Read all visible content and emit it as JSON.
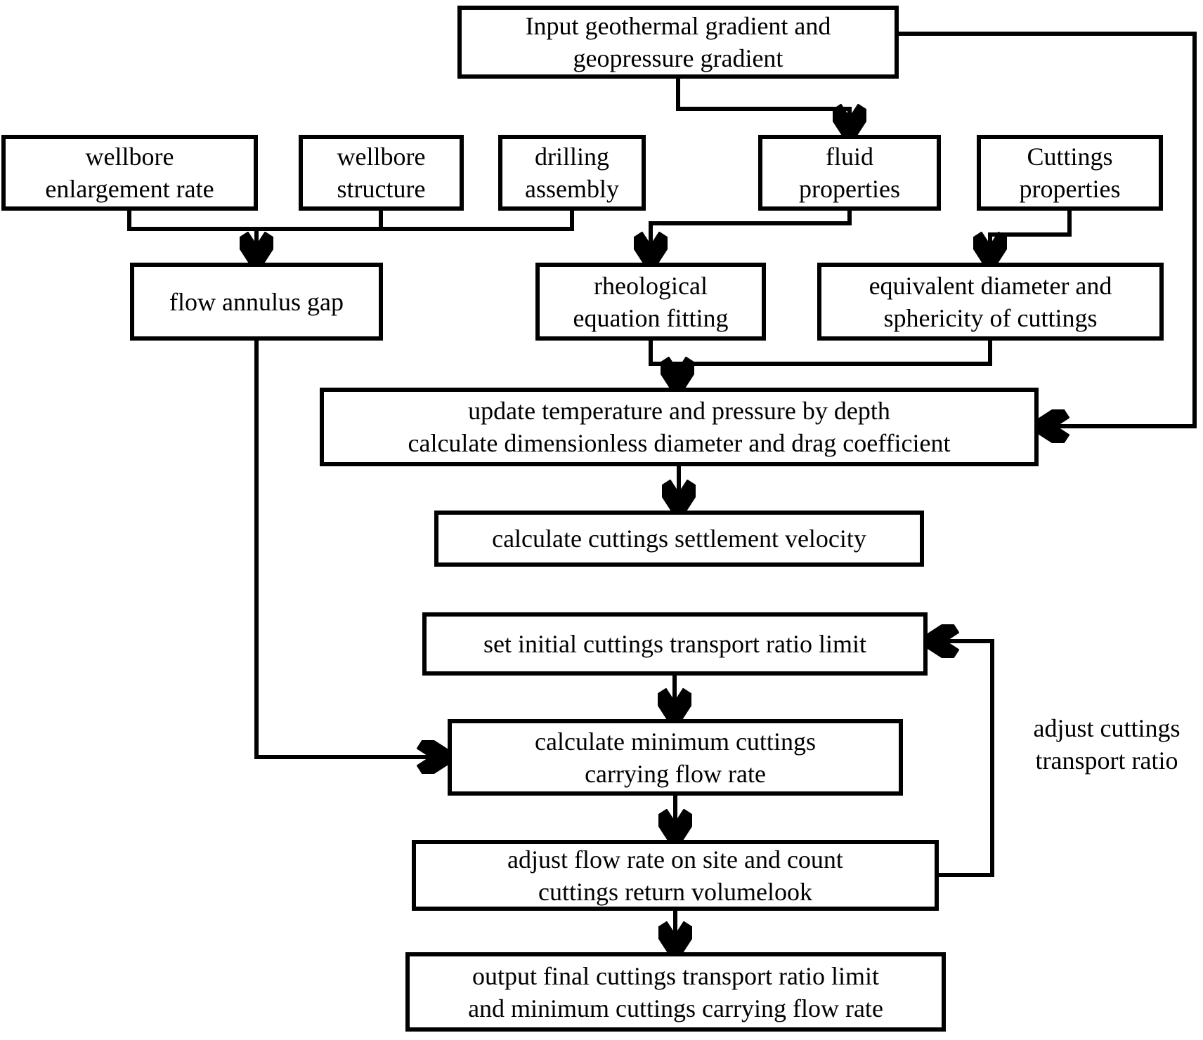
{
  "diagram": {
    "type": "flowchart",
    "background_color": "#ffffff",
    "line_color": "#000000",
    "text_color": "#000000",
    "nodes": {
      "input_gradients": {
        "line1": "Input geothermal gradient and",
        "line2": "geopressure gradient"
      },
      "wellbore_enlargement_rate": {
        "line1": "wellbore",
        "line2": "enlargement rate"
      },
      "wellbore_structure": {
        "line1": "wellbore",
        "line2": "structure"
      },
      "drilling_assembly": {
        "line1": "drilling",
        "line2": "assembly"
      },
      "fluid_properties": {
        "line1": "fluid",
        "line2": "properties"
      },
      "cuttings_properties": {
        "line1": "Cuttings",
        "line2": "properties"
      },
      "flow_annulus_gap": {
        "line1": "flow annulus gap"
      },
      "rheological_equation_fitting": {
        "line1": "rheological",
        "line2": "equation fitting"
      },
      "equivalent_diameter_sphericity": {
        "line1": "equivalent diameter and",
        "line2": "sphericity of cuttings"
      },
      "update_temp_pressure": {
        "line1": "update temperature and pressure by depth",
        "line2": "calculate dimensionless diameter and drag coefficient"
      },
      "calc_settlement_velocity": {
        "line1": "calculate cuttings settlement velocity"
      },
      "set_initial_ratio": {
        "line1": "set initial cuttings transport ratio limit"
      },
      "calc_min_flow_rate": {
        "line1": "calculate minimum cuttings",
        "line2": "carrying flow rate"
      },
      "adjust_flow_rate": {
        "line1": "adjust flow rate on site and count",
        "line2": "cuttings return volumelook"
      },
      "output_final": {
        "line1": "output final cuttings transport ratio limit",
        "line2": "and minimum cuttings carrying flow rate"
      }
    },
    "edge_label": {
      "line1": "adjust cuttings",
      "line2": "transport ratio"
    },
    "edges": [
      {
        "from": "input_gradients",
        "to": "fluid_properties"
      },
      {
        "from": "input_gradients",
        "to": "update_temp_pressure"
      },
      {
        "from": "wellbore_enlargement_rate",
        "to": "flow_annulus_gap"
      },
      {
        "from": "wellbore_structure",
        "to": "flow_annulus_gap"
      },
      {
        "from": "drilling_assembly",
        "to": "flow_annulus_gap"
      },
      {
        "from": "fluid_properties",
        "to": "rheological_equation_fitting"
      },
      {
        "from": "cuttings_properties",
        "to": "equivalent_diameter_sphericity"
      },
      {
        "from": "rheological_equation_fitting",
        "to": "update_temp_pressure"
      },
      {
        "from": "equivalent_diameter_sphericity",
        "to": "update_temp_pressure"
      },
      {
        "from": "update_temp_pressure",
        "to": "calc_settlement_velocity"
      },
      {
        "from": "set_initial_ratio",
        "to": "calc_min_flow_rate"
      },
      {
        "from": "flow_annulus_gap",
        "to": "calc_min_flow_rate"
      },
      {
        "from": "calc_min_flow_rate",
        "to": "adjust_flow_rate"
      },
      {
        "from": "adjust_flow_rate",
        "to": "set_initial_ratio",
        "label": "adjust cuttings transport ratio"
      },
      {
        "from": "adjust_flow_rate",
        "to": "output_final"
      }
    ]
  }
}
